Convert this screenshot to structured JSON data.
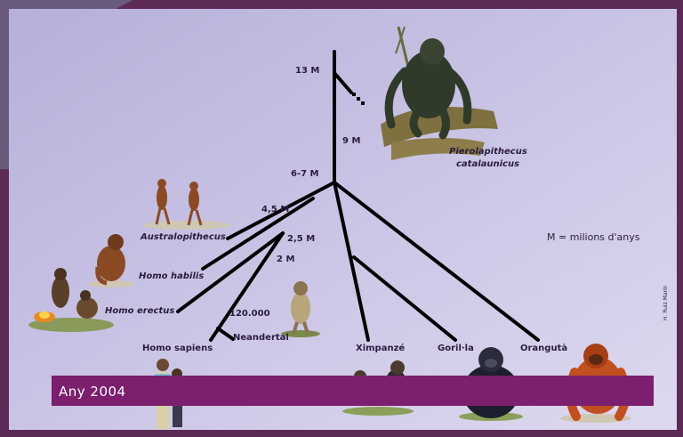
{
  "diagram": {
    "nodes": {
      "m13": "13 M",
      "m9": "9 M",
      "m67": "6-7 M",
      "m45": "4,5 M",
      "m25": "2,5 M",
      "m2": "2 M",
      "k120": "120.000"
    },
    "species": {
      "pierolapithecus": "Pierolapithecus catalaunicus",
      "pierolapithecus_line1": "Pierolapithecus",
      "pierolapithecus_line2": "catalaunicus",
      "australopithecus": "Australopithecus",
      "habilis": "Homo habilis",
      "erectus": "Homo erectus",
      "sapiens": "Homo sapiens",
      "neandertal": "Neandertal",
      "ximpanze": "Ximpanzé",
      "goril": "Goril·la",
      "oranguta": "Orangutà"
    },
    "legend": "M = milions d'anys",
    "year_band": "Any 2004",
    "credit": "H. Ruiz Marín"
  }
}
